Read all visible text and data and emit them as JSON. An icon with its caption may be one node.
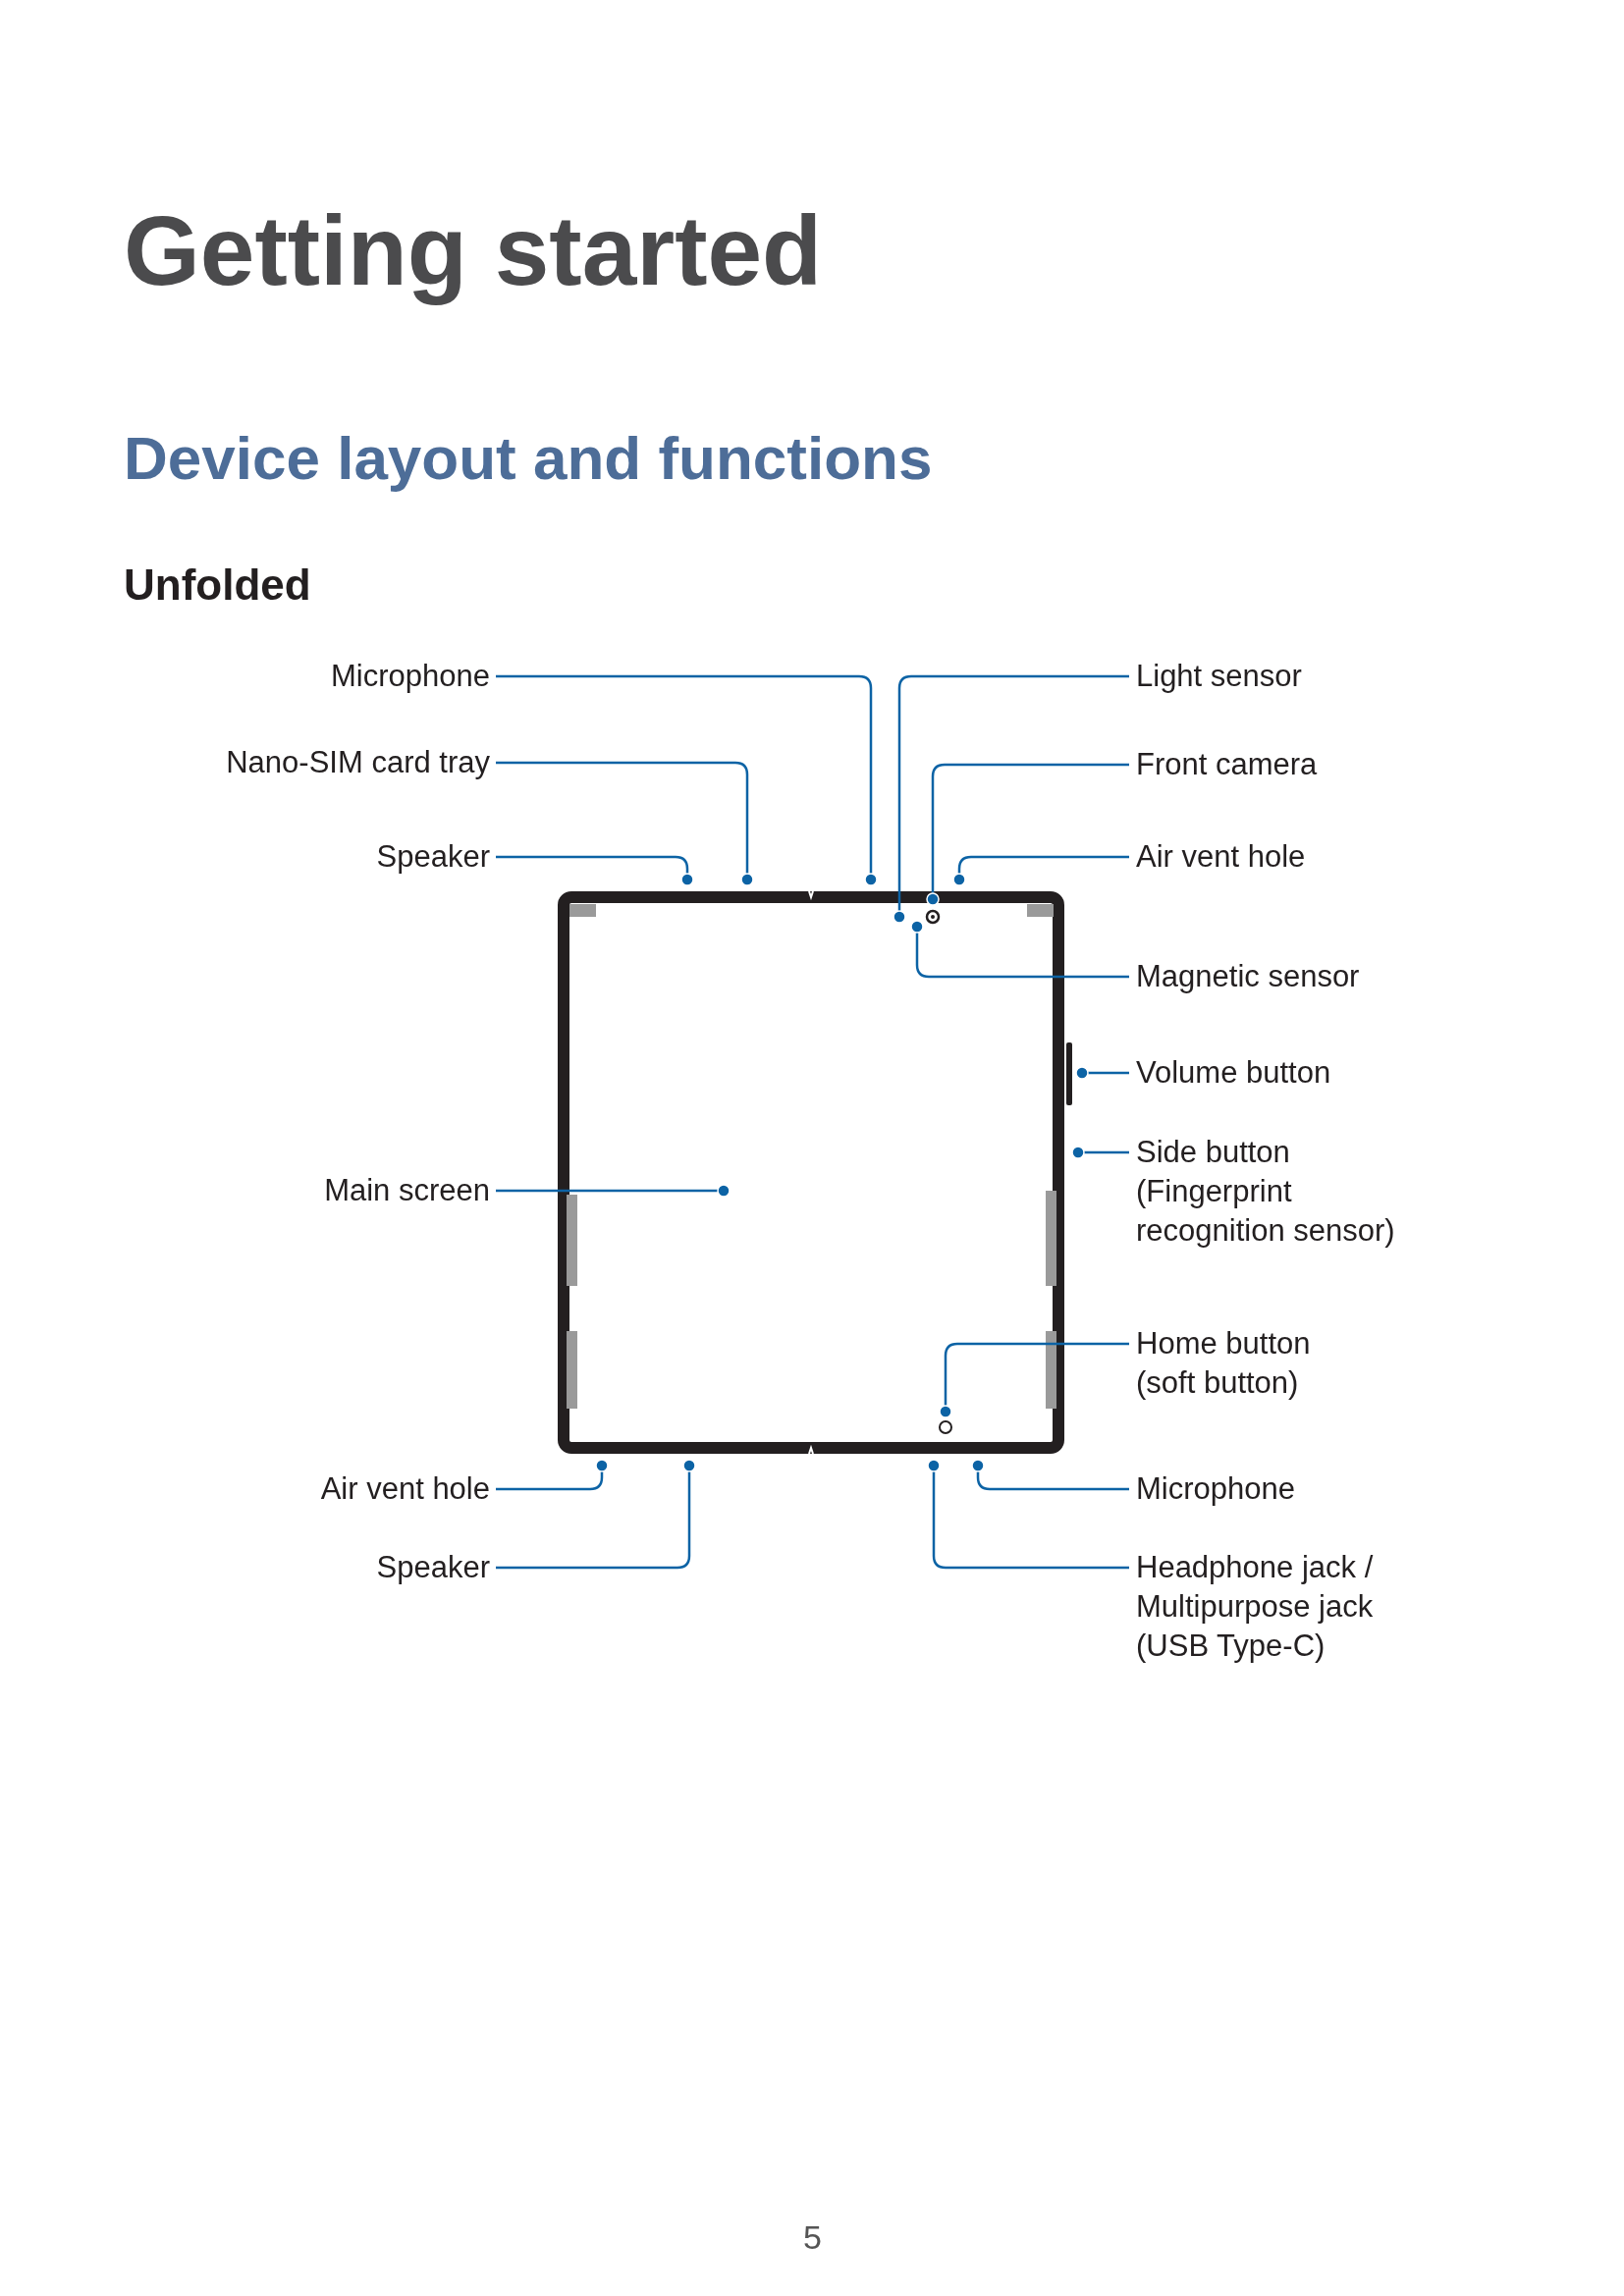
{
  "diagram": {
    "title": "Getting started",
    "nodes": [
      {
        "text": [
          "Microphone"
        ]
      },
      {
        "text": [
          "Light sensor"
        ]
      },
      {
        "text": [
          "Nano-SIM card tray"
        ]
      },
      {
        "text": [
          "Front camera"
        ]
      },
      {
        "text": [
          "Speaker"
        ]
      },
      {
        "text": [
          "Air vent hole"
        ]
      },
      {
        "text": [
          "Magnetic sensor"
        ]
      },
      {
        "text": [
          "Volume button"
        ]
      },
      {
        "text": [
          "Main screen"
        ]
      },
      {
        "text": [
          "Side button (Fingerprint recognition sensor)"
        ]
      },
      {
        "text": [
          "Home button (soft button)"
        ]
      },
      {
        "text": [
          "Air vent hole"
        ]
      },
      {
        "text": [
          "Microphone"
        ]
      },
      {
        "text": [
          "Speaker"
        ]
      },
      {
        "text": [
          "Headphone jack / Multipurpose jack (USB Type-C)"
        ]
      },
      {
        "text": [],
        "shape": "box"
      }
    ],
    "edges": [
      {
        "from": 0,
        "to": 15,
        "arrow": "other"
      },
      {
        "from": 1,
        "to": 15,
        "arrow": "other"
      },
      {
        "from": 2,
        "to": 15,
        "arrow": "other"
      },
      {
        "from": 3,
        "to": 15,
        "arrow": "other"
      },
      {
        "from": 4,
        "to": 15,
        "arrow": "other"
      },
      {
        "from": 5,
        "to": 15,
        "arrow": "other"
      },
      {
        "from": 6,
        "to": 15,
        "arrow": "other"
      },
      {
        "from": 7,
        "to": 15,
        "arrow": "other"
      },
      {
        "from": 8,
        "to": 15,
        "arrow": "other"
      },
      {
        "from": 9,
        "to": 15,
        "arrow": "other"
      },
      {
        "from": 10,
        "to": 15,
        "arrow": "other"
      },
      {
        "from": 11,
        "to": 15,
        "arrow": "other"
      },
      {
        "from": 12,
        "to": 15,
        "arrow": "other"
      },
      {
        "from": 13,
        "to": 15,
        "arrow": "other"
      },
      {
        "from": 14,
        "to": 15,
        "arrow": "other"
      }
    ],
    "labels": [
      "Device layout and functions",
      "Unfolded",
      "5"
    ]
  }
}
